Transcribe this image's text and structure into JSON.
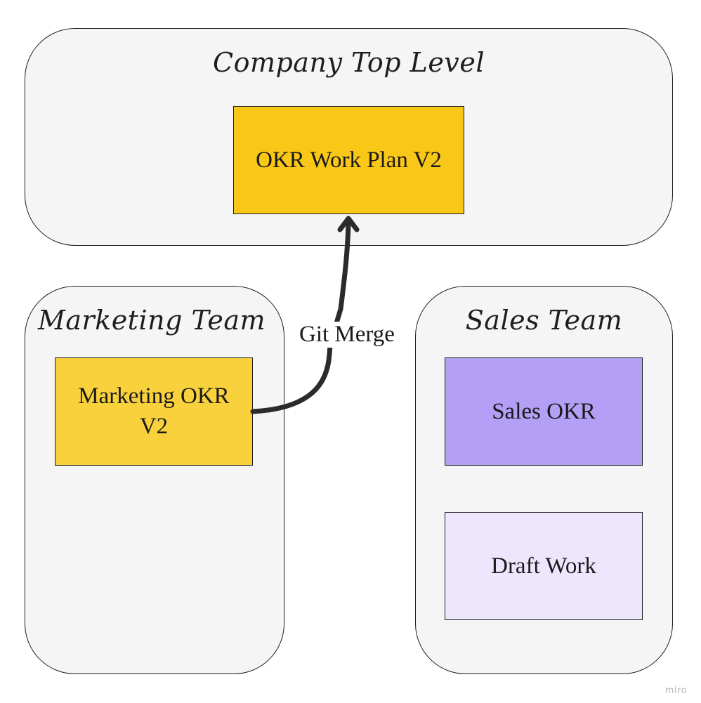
{
  "groups": {
    "company": {
      "title": "Company Top Level"
    },
    "marketing": {
      "title": "Marketing Team"
    },
    "sales": {
      "title": "Sales Team"
    }
  },
  "cards": {
    "okr_work_plan": {
      "label": "OKR Work Plan V2",
      "color": "#f8c717"
    },
    "marketing_okr": {
      "label": "Marketing OKR V2",
      "color": "#f8d13c"
    },
    "sales_okr": {
      "label": "Sales OKR",
      "color": "#b49ff6"
    },
    "draft_work": {
      "label": "Draft Work",
      "color": "#ede6fd"
    }
  },
  "connector": {
    "label": "Git Merge",
    "color": "#2b2b2b"
  },
  "watermark": "miro"
}
